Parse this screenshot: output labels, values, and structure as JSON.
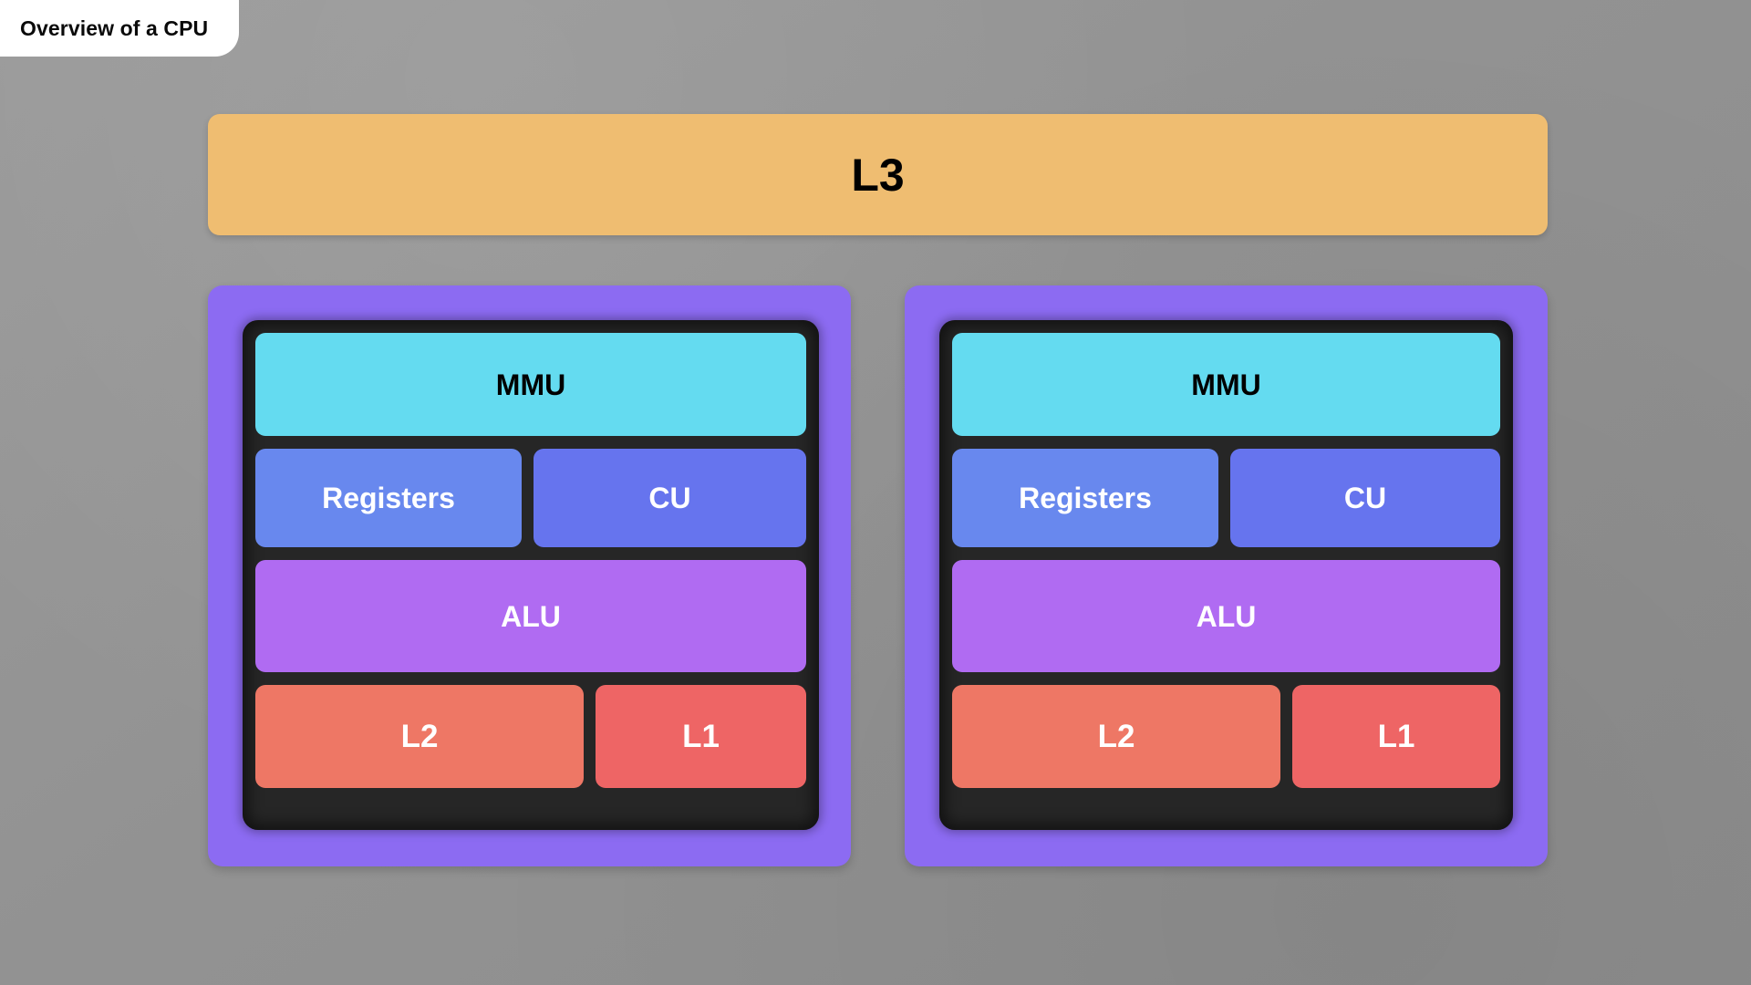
{
  "title": {
    "text": "Overview of a CPU"
  },
  "colors": {
    "background": "#929292",
    "title_tab_bg": "#ffffff",
    "title_tab_text": "#0a0a0a",
    "l3": "#efbd71",
    "core_frame": "#8c6bf2",
    "core_inner": "#262626",
    "mmu": "#64dbf0",
    "registers": "#6888ee",
    "cu": "#6674ee",
    "alu": "#b06bf2",
    "l2": "#ee7765",
    "l1": "#ee6565"
  },
  "diagram": {
    "shared_cache": {
      "label": "L3"
    },
    "cores": [
      {
        "name": "core-left",
        "mmu": "MMU",
        "registers": "Registers",
        "cu": "CU",
        "alu": "ALU",
        "l2": "L2",
        "l1": "L1"
      },
      {
        "name": "core-right",
        "mmu": "MMU",
        "registers": "Registers",
        "cu": "CU",
        "alu": "ALU",
        "l2": "L2",
        "l1": "L1"
      }
    ]
  }
}
